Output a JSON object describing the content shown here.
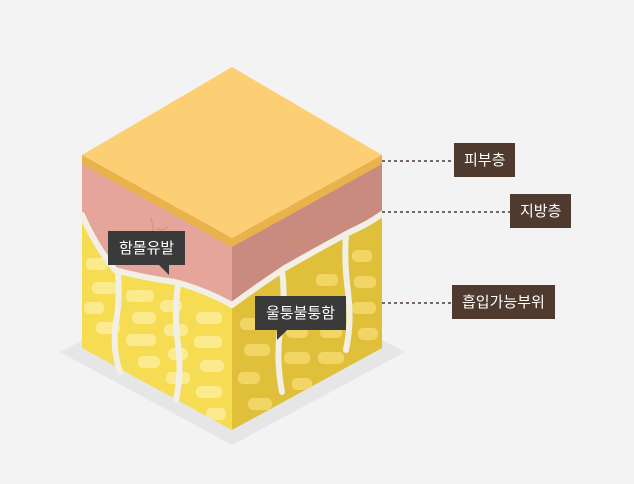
{
  "layers": [
    {
      "id": "epidermis",
      "label": "피부층"
    },
    {
      "id": "fat",
      "label": "지방층"
    },
    {
      "id": "absorb",
      "label": "흡입가능부위"
    }
  ],
  "callouts": [
    {
      "id": "sunken",
      "label": "함몰유발"
    },
    {
      "id": "bumpy",
      "label": "울퉁불퉁함"
    }
  ],
  "colors": {
    "background": "#f3f3f3",
    "top_face": "#fdcf74",
    "skin_left": "#e6a59b",
    "skin_right": "#c98b80",
    "fat_left": "#f6dc52",
    "fat_right": "#e0bf3a",
    "label_bg": "#4e3a2e",
    "callout_bg": "#3a3a3a"
  }
}
